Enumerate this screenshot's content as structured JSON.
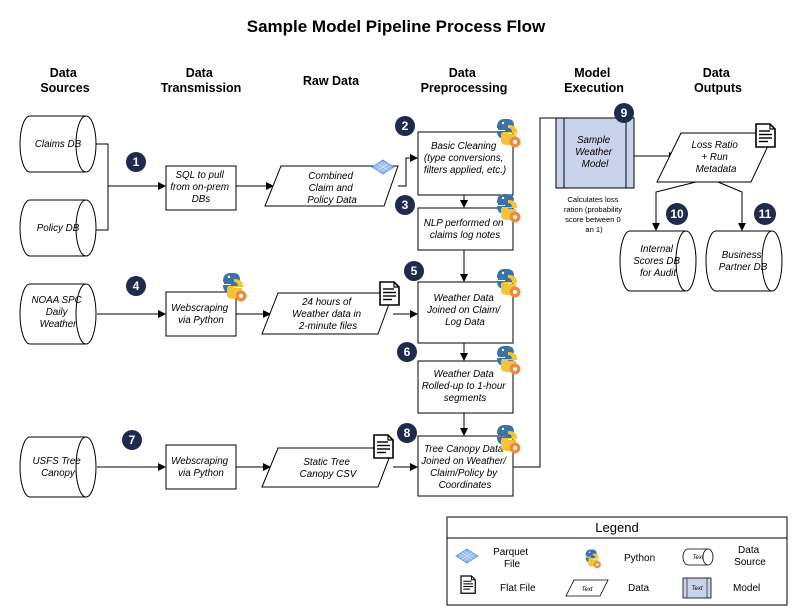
{
  "title": "Sample Model Pipeline Process Flow",
  "columns": [
    {
      "id": "sources",
      "lines": [
        "Data",
        "Sources"
      ]
    },
    {
      "id": "transmission",
      "lines": [
        "Data",
        "Transmission"
      ]
    },
    {
      "id": "raw",
      "lines": [
        "Raw Data"
      ]
    },
    {
      "id": "preprocessing",
      "lines": [
        "Data",
        "Preprocessing"
      ]
    },
    {
      "id": "execution",
      "lines": [
        "Model",
        "Execution"
      ]
    },
    {
      "id": "outputs",
      "lines": [
        "Data",
        "Outputs"
      ]
    }
  ],
  "nodes": {
    "claims_db": {
      "lines": [
        "Claims DB"
      ]
    },
    "policy_db": {
      "lines": [
        "Policy DB"
      ]
    },
    "noaa": {
      "lines": [
        "NOAA SPC",
        "Daily",
        "Weather"
      ]
    },
    "usfs": {
      "lines": [
        "USFS Tree",
        "Canopy"
      ]
    },
    "sql": {
      "lines": [
        "SQL to pull",
        "from on-prem",
        "DBs"
      ]
    },
    "web1": {
      "lines": [
        "Webscraping",
        "via Python"
      ]
    },
    "web2": {
      "lines": [
        "Webscraping",
        "via Python"
      ]
    },
    "combined": {
      "lines": [
        "Combined",
        "Claim and",
        "Policy Data"
      ]
    },
    "weather24": {
      "lines": [
        "24 hours of",
        "Weather data in",
        "2-minute files"
      ]
    },
    "tree_csv": {
      "lines": [
        "Static Tree",
        "Canopy CSV"
      ]
    },
    "basic": {
      "lines": [
        "Basic Cleaning",
        "(type conversions,",
        "filters applied, etc.)"
      ]
    },
    "nlp": {
      "lines": [
        "NLP performed on",
        "claims log notes"
      ]
    },
    "wjoin": {
      "lines": [
        "Weather Data",
        "Joined on Claim/",
        "Log Data"
      ]
    },
    "wroll": {
      "lines": [
        "Weather Data",
        "Rolled-up to 1-hour",
        "segments"
      ]
    },
    "tjoin": {
      "lines": [
        "Tree Canopy Data",
        "Joined on Weather/",
        "Claim/Policy by",
        "Coordinates"
      ]
    },
    "model": {
      "lines": [
        "Sample",
        "Weather",
        "Model"
      ]
    },
    "model_note": {
      "lines": [
        "Calculates loss",
        "ration (probability",
        "score between 0",
        "an 1)"
      ]
    },
    "loss": {
      "lines": [
        "Loss Ratio",
        "+ Run",
        "Metadata"
      ]
    },
    "internal": {
      "lines": [
        "Internal",
        "Scores DB",
        "for Audit"
      ]
    },
    "partner": {
      "lines": [
        "Business",
        "Partner DB"
      ]
    }
  },
  "steps": [
    "1",
    "2",
    "3",
    "4",
    "5",
    "6",
    "7",
    "8",
    "9",
    "10",
    "11"
  ],
  "legend": {
    "title": "Legend",
    "parquet": [
      "Parquet",
      "File"
    ],
    "python": "Python",
    "source": [
      "Data",
      "Source"
    ],
    "flat": "Flat File",
    "data": "Data",
    "model": "Model",
    "sample_text": "Text"
  },
  "colors": {
    "step_badge": "#1f2b4d",
    "model_fill": "#c9d3ec",
    "parquet": "#6d9fe0",
    "python_blue": "#3b73a8",
    "python_yellow": "#f2c43a",
    "gear": "#f08a3c"
  }
}
